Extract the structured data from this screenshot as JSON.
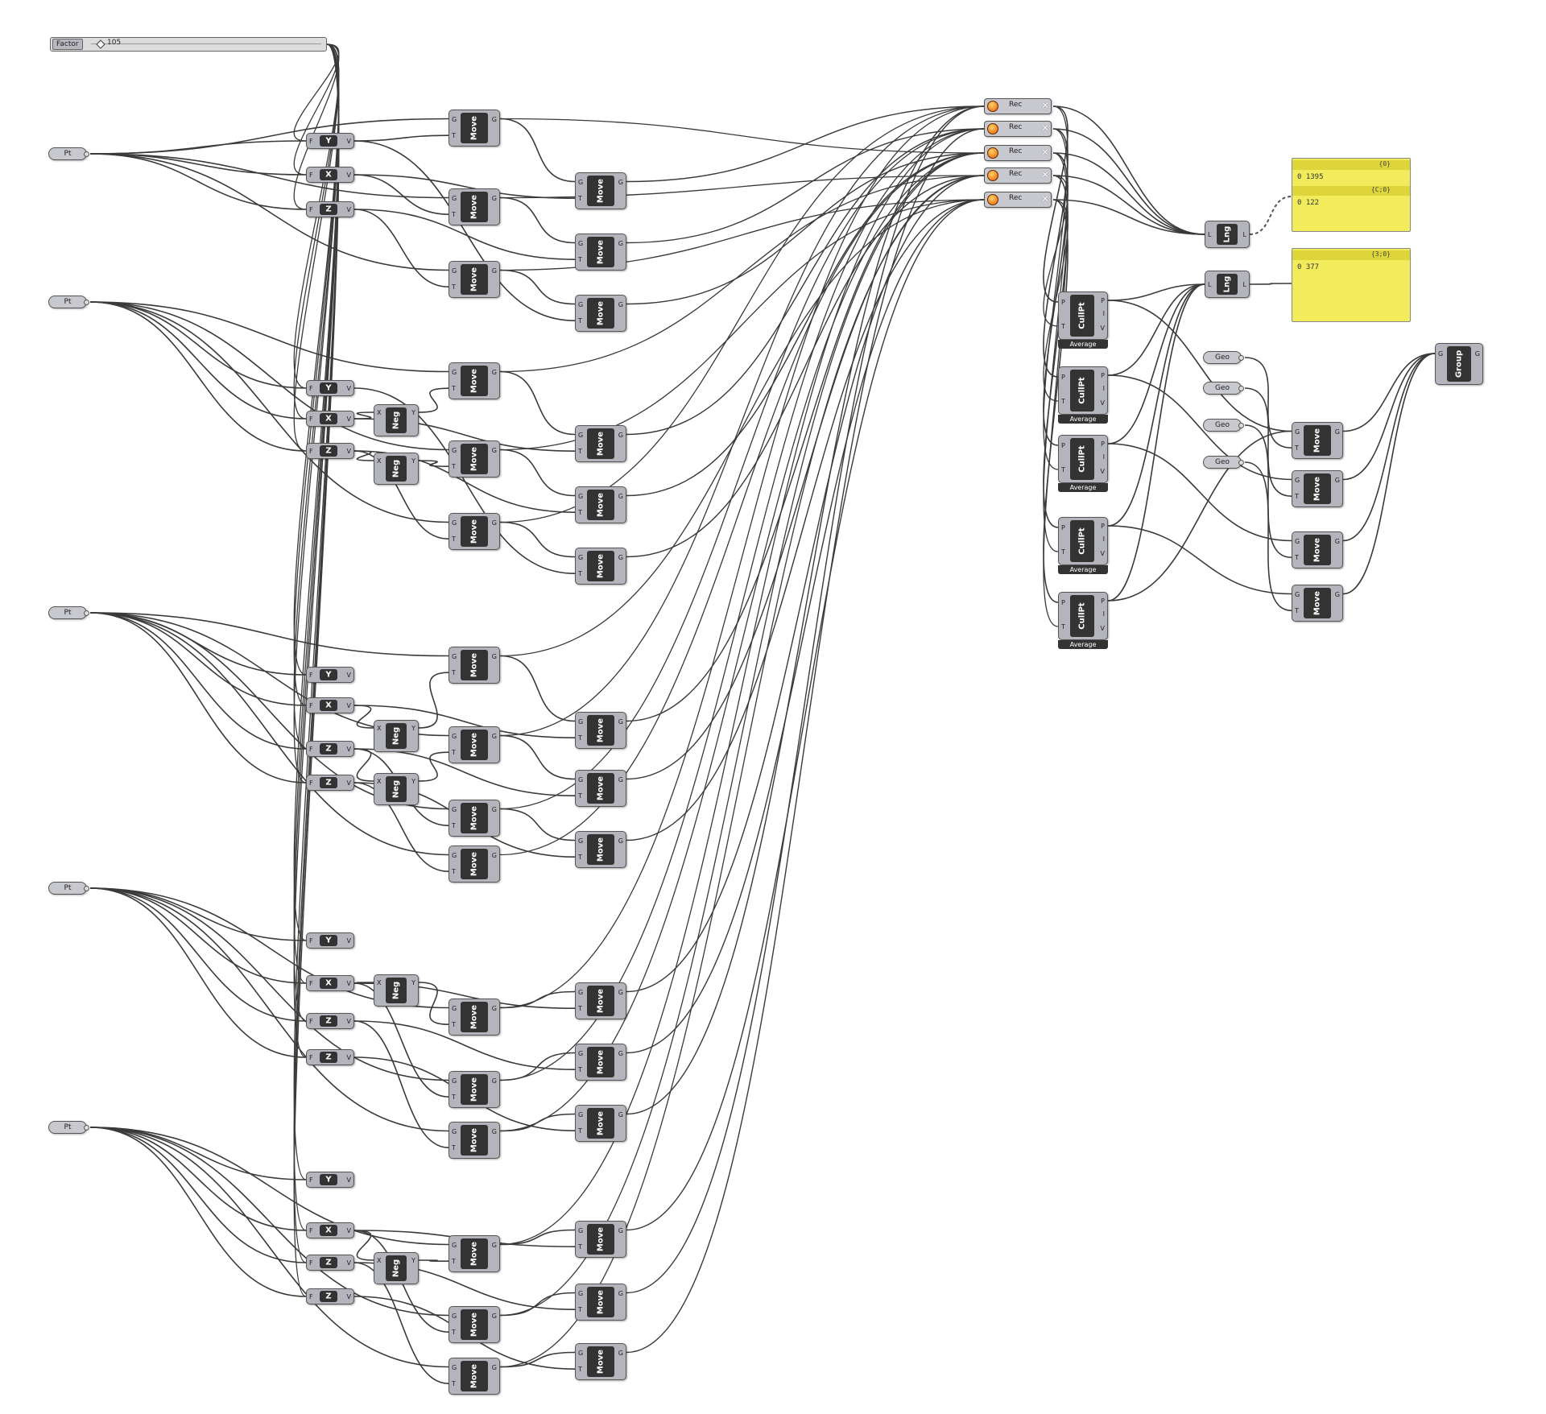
{
  "canvas": {
    "background": "#ffffff",
    "wire_color": "#3a3a3a"
  },
  "labels": {
    "slider": "Factor",
    "slider_value": "105",
    "pt": "Pt",
    "geo": "Geo",
    "move": "Move",
    "neg": "Neg",
    "rec": "Rec",
    "cullpt": "CullPt",
    "lng": "Lng",
    "group": "Group",
    "average": "Average",
    "x": "X",
    "y": "Y",
    "z": "Z",
    "F": "F",
    "V": "V",
    "G": "G",
    "T": "T",
    "P": "P",
    "I": "I",
    "L": "L"
  },
  "panels": [
    {
      "header1": "{0}",
      "row1": "0 1395",
      "header2": "{C;0}",
      "row2": "0 122"
    },
    {
      "header1": "{3;0}",
      "row1": "0 377"
    }
  ],
  "colors": {
    "panel": "#f2ec5c",
    "component": "#b4b4bc",
    "core": "#333333",
    "led": "#e25a00"
  }
}
